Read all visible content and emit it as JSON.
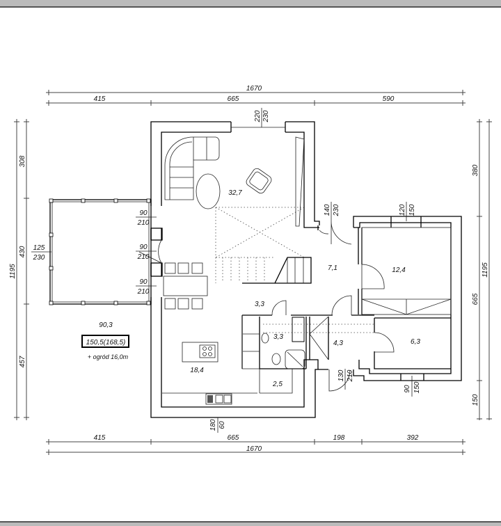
{
  "dimensions": {
    "top_overall": "1670",
    "top_segments": [
      "415",
      "665",
      "590"
    ],
    "bottom_segments": [
      "415",
      "665",
      "198",
      "392"
    ],
    "bottom_overall": "1670",
    "left_overall": "1195",
    "left_segments": [
      "308",
      "430",
      "457"
    ],
    "right_segments": [
      "380",
      "665",
      "150"
    ],
    "right_overall": "1195"
  },
  "openings": {
    "top_window": [
      "220",
      "230"
    ],
    "hall_window": [
      "140",
      "230"
    ],
    "bedroom_window": [
      "120",
      "150"
    ],
    "entry_door": [
      "130",
      "210"
    ],
    "small_room_window": [
      "90",
      "150"
    ],
    "kitchen_window": [
      "180",
      "60"
    ],
    "terrace_door_1": [
      "90",
      "210"
    ],
    "terrace_door_2": [
      "90",
      "210"
    ],
    "terrace_door_3": [
      "90",
      "210"
    ],
    "pergola": [
      "125",
      "230"
    ]
  },
  "rooms": {
    "living": "32,7",
    "hall": "7,1",
    "bedroom": "12,4",
    "wc_hall": "3,3",
    "bathroom": "3,3",
    "vestibule": "4,3",
    "small_room": "6,3",
    "kitchen": "18,4",
    "pantry": "2,5"
  },
  "summary": {
    "usable_area": "90,3",
    "total_area": "150,5(168,5)",
    "garden_note": "+ ogród 16,0m"
  }
}
